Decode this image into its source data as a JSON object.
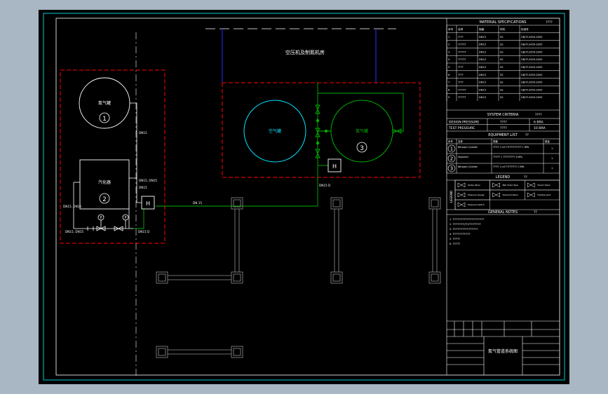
{
  "colors": {
    "background": "#000000",
    "frame": "#00c8d0",
    "sheet": "#ffffff",
    "dashed_zone": "#ff0000",
    "pipe": "#00b000",
    "tank_air": "#00e5ff",
    "wall": "#2030ff",
    "column": "#909090"
  },
  "room_label": "空压机及制氮机房",
  "tanks": {
    "tank1": {
      "label": "氮气罐",
      "number": "1"
    },
    "tank2": {
      "label": "汽化器",
      "number": "2"
    },
    "air": {
      "label": "空气罐"
    },
    "tank3": {
      "label": "氮气罐",
      "number": "3"
    }
  },
  "pipe_labels": {
    "p1": "DN15",
    "p2": "DN15, DN15",
    "p3": "DN15",
    "p4": "DN 15",
    "p5": "DN15, DN15",
    "p6": "DN15, DN15",
    "p7": "DN15 D",
    "p8": "DN15 D"
  },
  "valve_labels": {
    "h1": "H",
    "h2": "H",
    "p_left": "P",
    "p_right": "P"
  },
  "material_spec": {
    "title": "MATERIAL SPECIFICATIONS",
    "rev": "????",
    "header": [
      "序号",
      "名称",
      "规格",
      "材料",
      "标准号"
    ],
    "rows": [
      [
        "1",
        "????",
        "DN15",
        "SS",
        "GB/T12459-2005"
      ],
      [
        "2",
        "??????",
        "DN15",
        "SS",
        "GB/T12459-2005"
      ],
      [
        "3",
        "??????",
        "DN15",
        "SS",
        "GB/T12459-2005"
      ],
      [
        "4",
        "??????",
        "DN15",
        "SS",
        "GB/T12459-2005"
      ],
      [
        "5",
        "????",
        "DN15",
        "SS",
        "GB/T12459-2005"
      ],
      [
        "6",
        "????",
        "DN15",
        "SS",
        "GB/T12459-2005"
      ],
      [
        "7",
        "????",
        "DN15",
        "SS",
        "GB/T12459-2005"
      ],
      [
        "8",
        "??????",
        "DN15",
        "SS",
        "GB/T12459-2005"
      ],
      [
        "9",
        "??????",
        "DN15",
        "SS",
        "GB/T12459-2005"
      ]
    ]
  },
  "system_criteria": {
    "title": "SYSTEM CRITERIA",
    "rev": "????",
    "rows": [
      {
        "label": "DESIGN PRESSURE",
        "mid": "????",
        "value": "6 BRA"
      },
      {
        "label": "TEST PRESSURE",
        "mid": "????",
        "value": "10 BRA"
      }
    ]
  },
  "equipment_list": {
    "title": "EQUIPMENT LIST",
    "rev": "??",
    "header": [
      "序号",
      "名称",
      "规格",
      "数量"
    ],
    "rows": [
      {
        "num": "1",
        "name": "Nitrogen Cylinder",
        "spec": "????? 1 m3 ????????????? 1 MPa",
        "qty": "1"
      },
      {
        "num": "2",
        "name": "Vaporizer",
        "spec": "?????? 1 ?????????? 4 MPa",
        "qty": "1"
      },
      {
        "num": "3",
        "name": "Nitrogen Cylinder",
        "spec": "????? 1 m3 ????????? 1 MPa",
        "qty": "1"
      }
    ]
  },
  "legend": {
    "title": "LEGEND",
    "rev": "??",
    "side": "LEGEND",
    "items": [
      "Globe Valve",
      "Ball Valve Type",
      "Check Valve",
      "Pressure Gauge",
      "Solenoid Valve",
      "Flexible Joint",
      "Pressure Switch"
    ]
  },
  "general_notes": {
    "title": "GENERAL NOTES",
    "rev": "??",
    "lines": [
      "1. ?????????????????????????",
      "2. ?????????(??)??????????",
      "3. ????????????????????",
      "4. ??????????????",
      "5. ??????",
      "6. ??????"
    ]
  },
  "title_block": {
    "drawing_title": "氮气管道系统图"
  }
}
